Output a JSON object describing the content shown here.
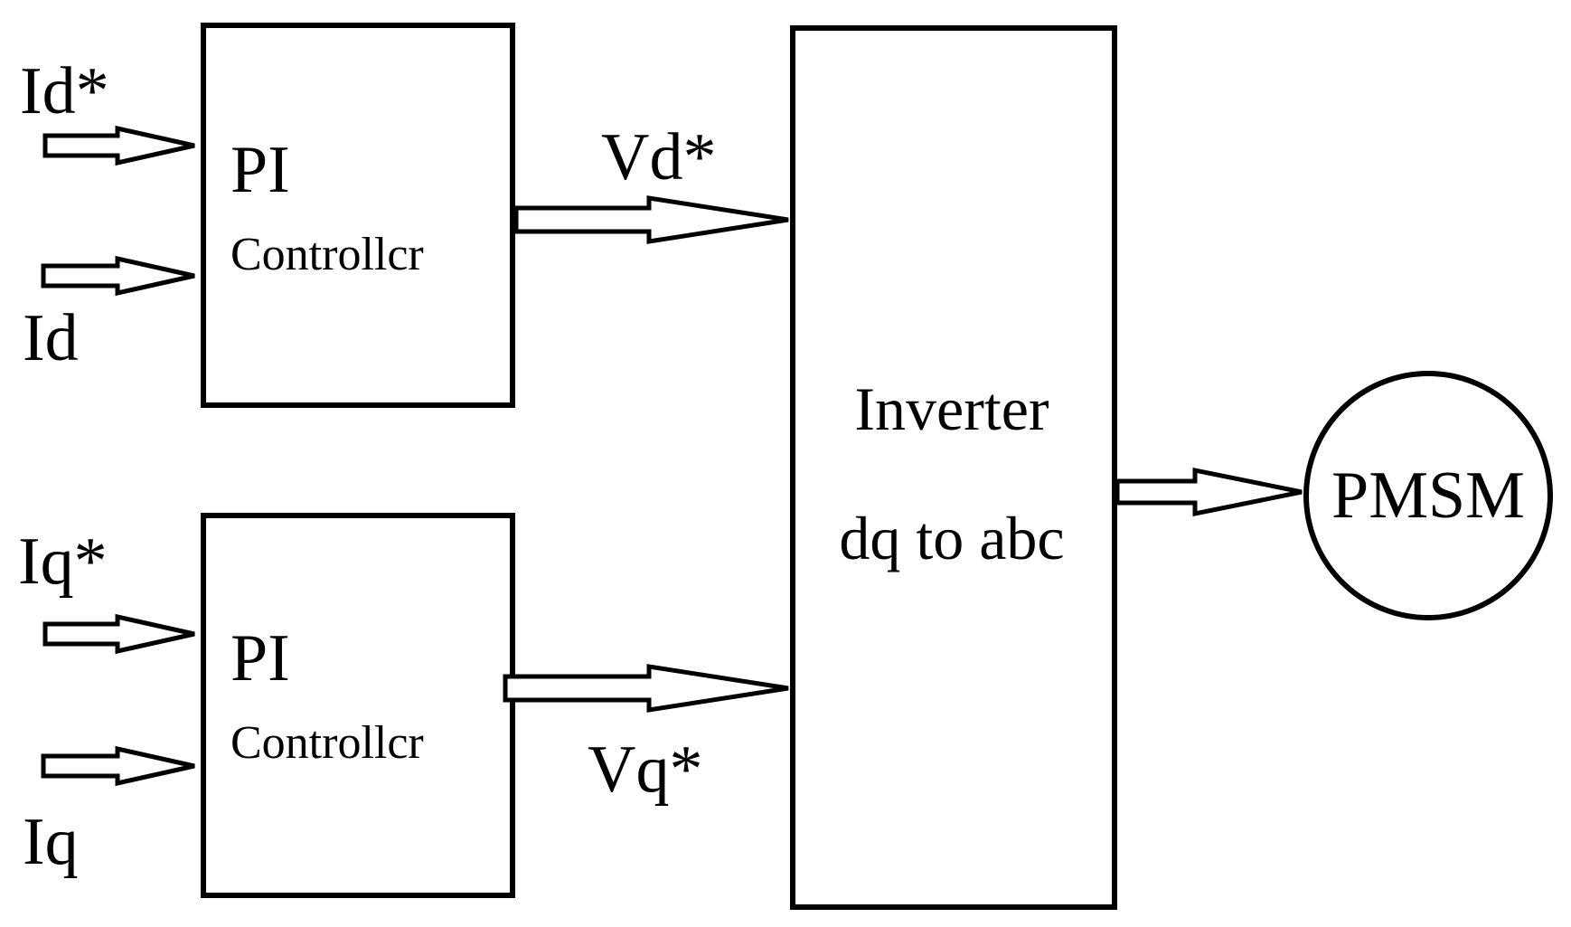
{
  "inputs": {
    "id_ref": "Id*",
    "id_meas": "Id",
    "iq_ref": "Iq*",
    "iq_meas": "Iq"
  },
  "pi_d": {
    "title": "PI",
    "subtitle": "Controllcr"
  },
  "pi_q": {
    "title": "PI",
    "subtitle": "Controllcr"
  },
  "signals": {
    "vd_ref": "Vd*",
    "vq_ref": "Vq*"
  },
  "inverter": {
    "line1": "Inverter",
    "line2": "dq to abc"
  },
  "motor": {
    "label": "PMSM"
  }
}
